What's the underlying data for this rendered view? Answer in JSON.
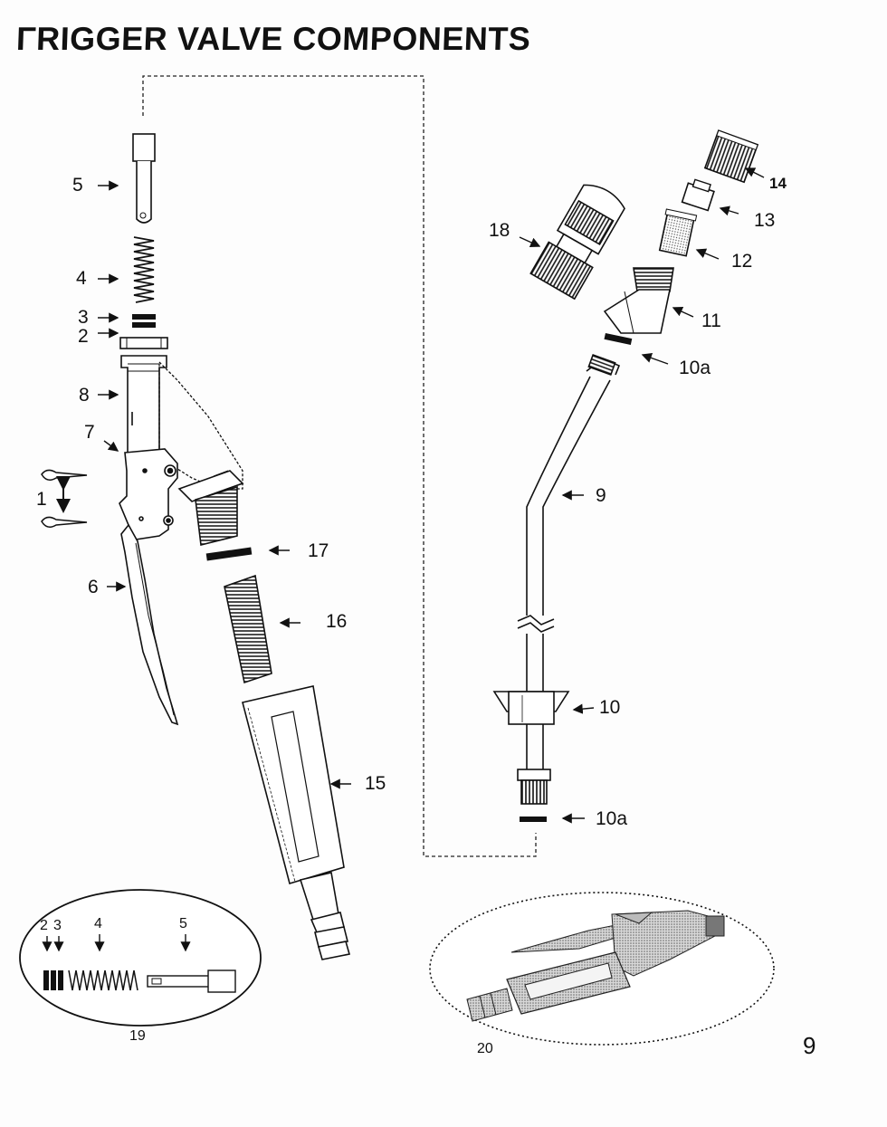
{
  "title": "ΓRIGGER VALVE COMPONENTS",
  "page_number": "9",
  "callouts": {
    "c1": "1",
    "c2": "2",
    "c3": "3",
    "c4": "4",
    "c5": "5",
    "c6": "6",
    "c7": "7",
    "c8": "8",
    "c9": "9",
    "c10": "10",
    "c10a_top": "10a",
    "c10a_bottom": "10a",
    "c11": "11",
    "c12": "12",
    "c13": "13",
    "c14": "14",
    "c15": "15",
    "c16": "16",
    "c17": "17",
    "c18": "18"
  },
  "inset_19": {
    "label": "19",
    "p2": "2",
    "p3": "3",
    "p4": "4",
    "p5": "5"
  },
  "inset_20": {
    "label": "20"
  }
}
